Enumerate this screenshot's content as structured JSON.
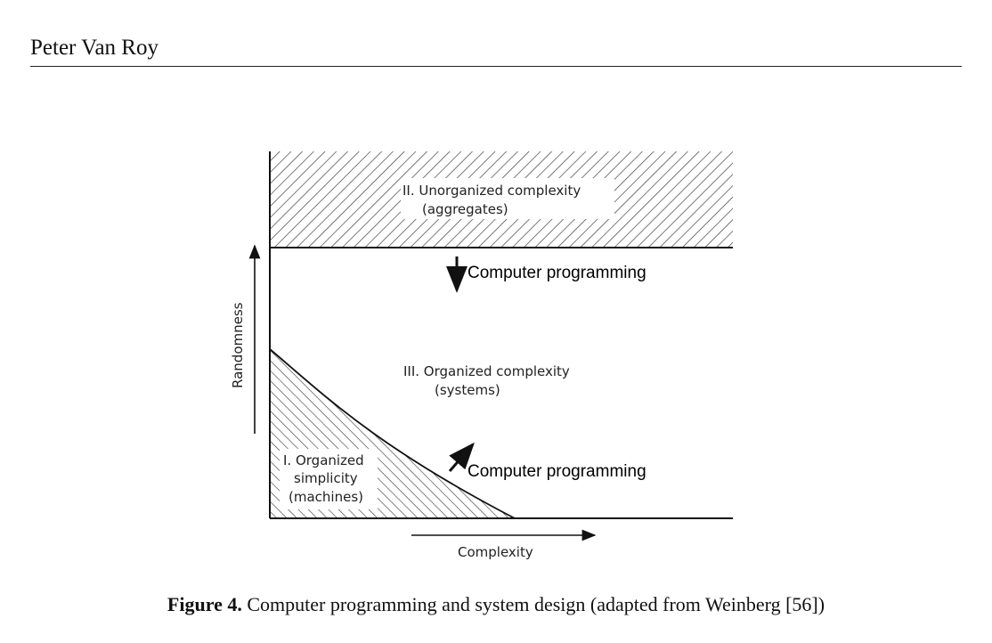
{
  "header": {
    "author": "Peter Van Roy"
  },
  "figure": {
    "region_ii": {
      "line1": "II. Unorganized complexity",
      "line2": "(aggregates)"
    },
    "region_iii": {
      "line1": "III. Organized complexity",
      "line2": "(systems)"
    },
    "region_i": {
      "line1": "I. Organized",
      "line2": "simplicity",
      "line3": "(machines)"
    },
    "arrow_down_label": "Computer programming",
    "arrow_up_label": "Computer programming",
    "y_axis_label": "Randomness",
    "x_axis_label": "Complexity"
  },
  "caption": {
    "label": "Figure 4.",
    "text": "Computer programming and system design (adapted from Weinberg [56])"
  }
}
